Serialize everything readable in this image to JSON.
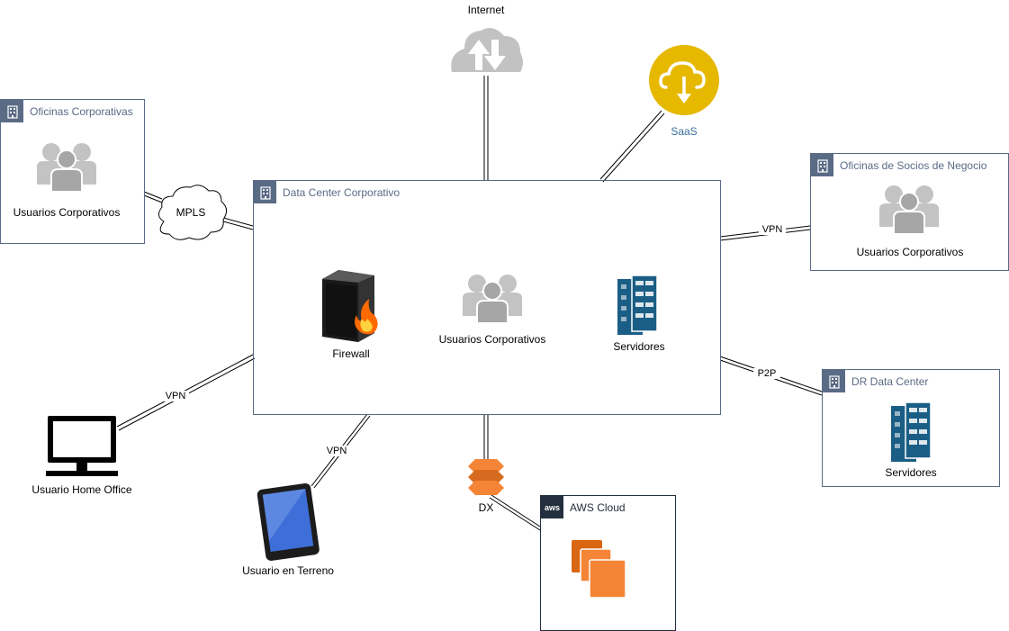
{
  "internet": {
    "label": "Internet"
  },
  "saas": {
    "label": "SaaS"
  },
  "corporate_offices": {
    "title": "Oficinas Corporativas",
    "users_label": "Usuarios Corporativos"
  },
  "mpls": {
    "label": "MPLS"
  },
  "data_center": {
    "title": "Data Center Corporativo",
    "firewall_label": "Firewall",
    "users_label": "Usuarios Corporativos",
    "servers_label": "Servidores"
  },
  "partner_offices": {
    "title": "Oficinas de Socios de Negocio",
    "users_label": "Usuarios Corporativos"
  },
  "dr_data_center": {
    "title": "DR Data Center",
    "servers_label": "Servidores"
  },
  "aws_cloud": {
    "title": "AWS Cloud",
    "badge": "aws"
  },
  "connections": {
    "partner_vpn": "VPN",
    "dr_p2p": "P2P",
    "home_vpn": "VPN",
    "field_vpn": "VPN",
    "dx": "DX"
  },
  "home_office": {
    "label": "Usuario Home Office"
  },
  "field_user": {
    "label": "Usuario en Terreno"
  },
  "colors": {
    "group_border": "#5a6b86",
    "saas_yellow": "#e6b800",
    "saas_text": "#3b6fa0",
    "server_blue": "#1b5e85",
    "aws_orange": "#f58536",
    "aws_dark": "#232f3e",
    "user_gray": "#b3b3b3"
  }
}
